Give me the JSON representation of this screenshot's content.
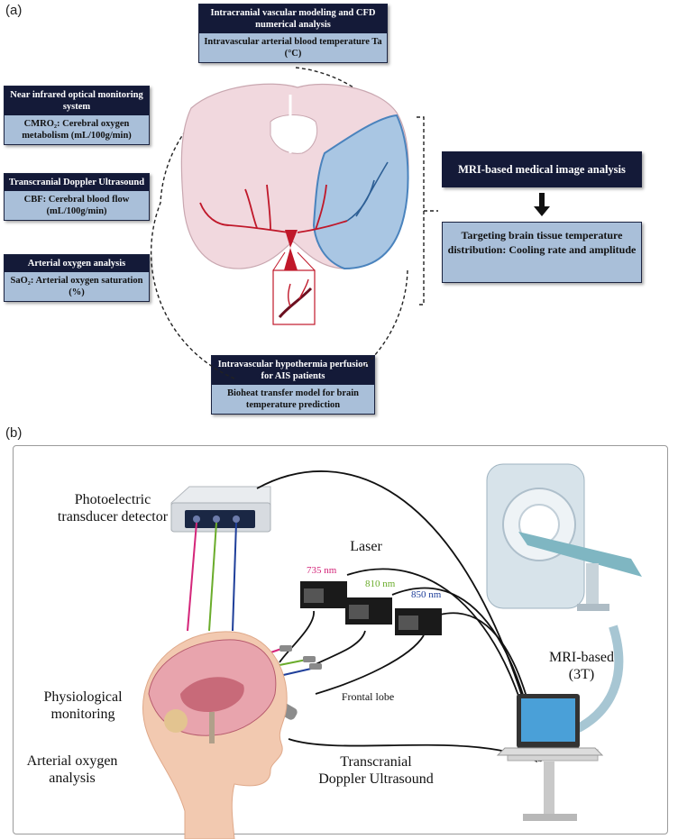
{
  "panel_a": {
    "label": "(a)",
    "top_box": {
      "header": "Intracranial vascular modeling and CFD numerical analysis",
      "body": "Intravascular arterial blood temperature Ta (°C)"
    },
    "nir_box": {
      "header": "Near infrared optical monitoring system",
      "body": "CMRO₂: Cerebral oxygen metabolism (mL/100g/min)"
    },
    "tcd_box": {
      "header": "Transcranial Doppler Ultrasound",
      "body": "CBF: Cerebral blood flow (mL/100g/min)"
    },
    "aoa_box": {
      "header": "Arterial oxygen analysis",
      "body": "SaO₂: Arterial oxygen saturation (%)"
    },
    "bottom_box": {
      "header": "Intravascular hypothermia perfusion for AIS patients",
      "body": "Bioheat transfer model for brain temperature prediction"
    },
    "mri_title": "MRI-based medical image analysis",
    "target_box": "Targeting brain tissue temperature distribution: Cooling rate and amplitude"
  },
  "panel_b": {
    "label": "(b)",
    "detector": "Photoelectric transducer detector",
    "laser": "Laser",
    "wavelengths": [
      {
        "text": "735 nm",
        "color": "#d4267a"
      },
      {
        "text": "810 nm",
        "color": "#6aac2b"
      },
      {
        "text": "850 nm",
        "color": "#1f3f9a"
      }
    ],
    "mri": "MRI-based (3T)",
    "physio": "Physiological monitoring",
    "arterial": "Arterial oxygen analysis",
    "frontal": "Frontal lobe",
    "tcd": "Transcranial Doppler Ultrasound"
  },
  "colors": {
    "navy": "#141a38",
    "light_blue": "#a9bfd9",
    "vessel_red": "#c0182a",
    "brain_pink": "#f1d8de"
  }
}
